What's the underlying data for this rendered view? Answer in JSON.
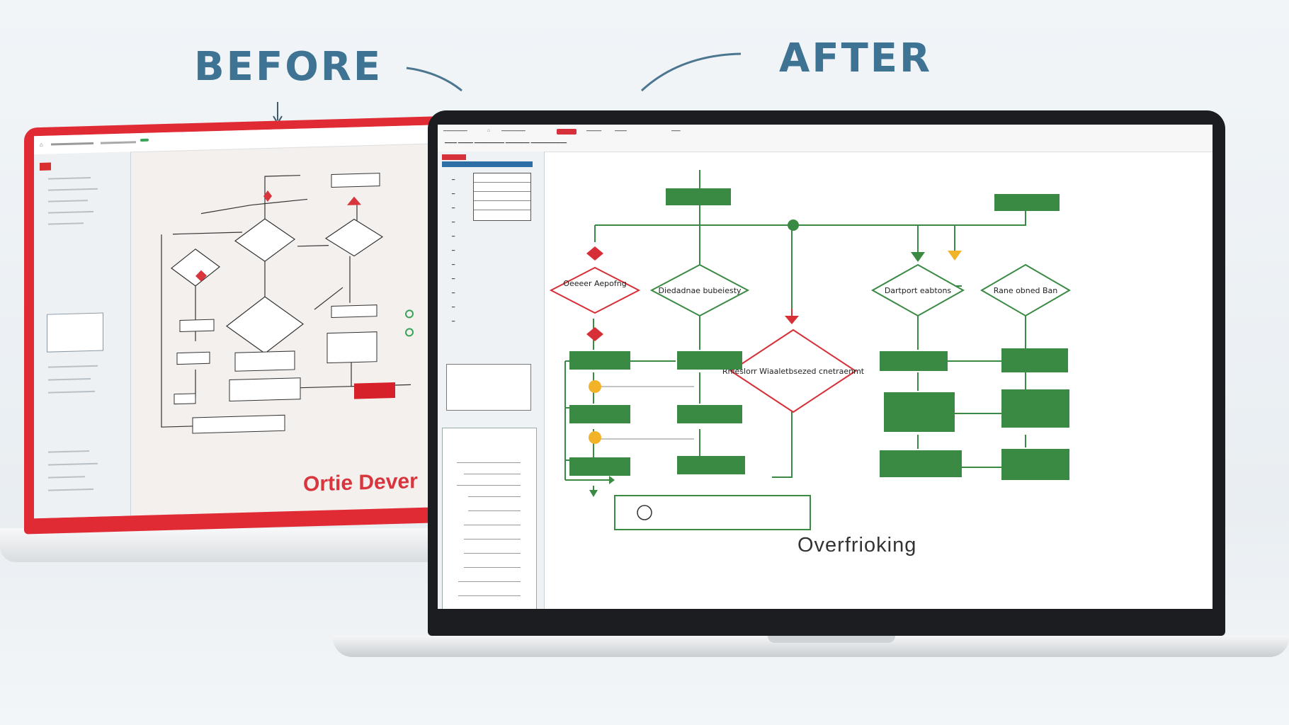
{
  "headlines": {
    "before": "BEFORE",
    "after": "AFTER"
  },
  "before": {
    "ok_button": "",
    "side_title": "",
    "flow": {
      "top_box": "",
      "left_diamond": "",
      "center_diamond": "",
      "right_diamond": "",
      "mid_diamond": "",
      "box_a": "",
      "box_b": "",
      "box_c": "",
      "box_d": "",
      "box_e": "",
      "box_f": "",
      "bottom_box": "",
      "bottom_long": ""
    },
    "caption": "Ortie Dever",
    "colors": {
      "frame": "#e02b35",
      "accent": "#d8353d"
    }
  },
  "after": {
    "caption": "Overfrioking",
    "flow": {
      "top_center": "",
      "top_right": "",
      "diamond_left": "Oeeeer Aepofng",
      "diamond_center": "Diedadnae bubeiesty",
      "diamond_big": "Rhieslorr Wiaaletbsezed cnetraenmt",
      "diamond_right1": "Dartport eabtons",
      "diamond_right2": "Rane obned Ban",
      "box_l1": "",
      "box_l2": "",
      "box_l3": "",
      "box_c1": "",
      "box_c2": "",
      "box_c3": "",
      "box_r1": "",
      "box_r2a": "",
      "box_r2b": "",
      "box_r3a": "",
      "box_r3b": "",
      "box_r4a": "",
      "box_r4b": "",
      "box_r5a": "",
      "box_r5b": "",
      "box_r6a": "",
      "box_r6b": "",
      "box_r7a": "",
      "box_r7b": "",
      "bottom_terminal": ""
    },
    "panel_label": "",
    "panel_badge": "",
    "colors": {
      "green": "#3b8a44",
      "red": "#d62f37",
      "amber": "#f2b328",
      "frame": "#1b1d20"
    }
  }
}
